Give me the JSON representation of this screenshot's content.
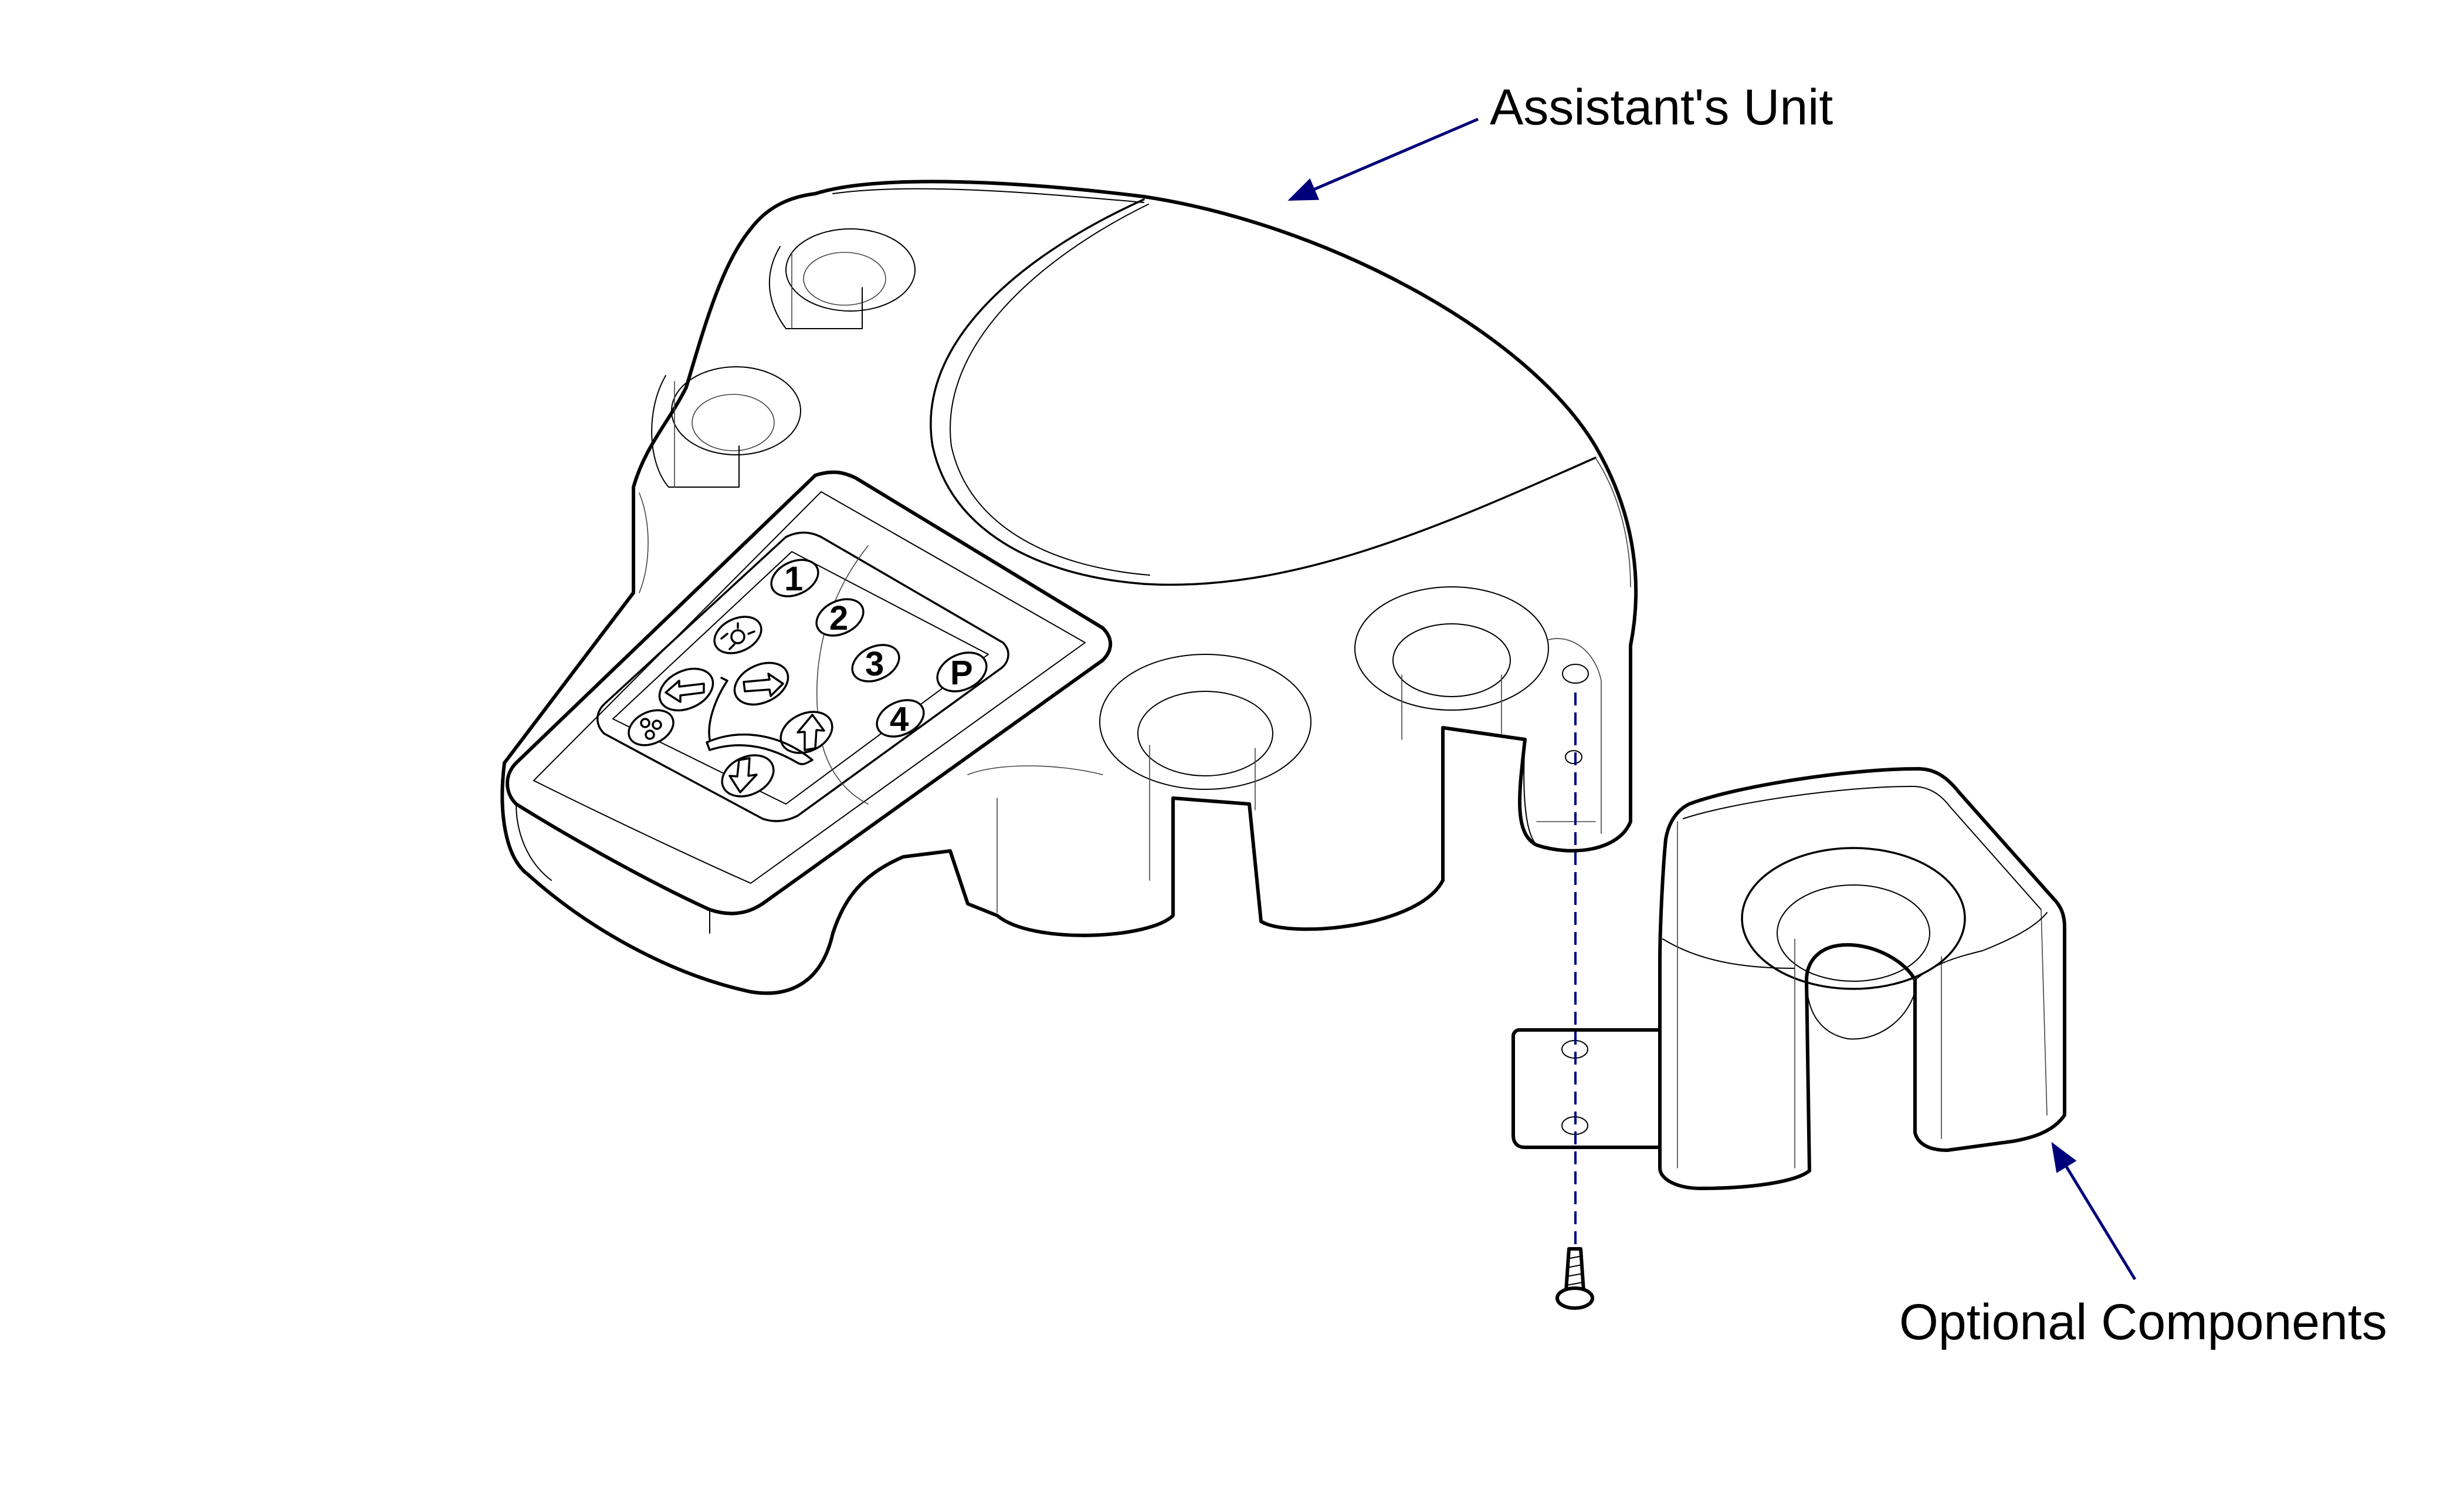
{
  "callouts": {
    "assistants_unit": "Assistant's Unit",
    "optional_components": "Optional Components"
  },
  "keypad": {
    "keys": [
      "1",
      "2",
      "3",
      "4",
      "P"
    ]
  },
  "colors": {
    "line": "#000000",
    "leader_arrow": "#00007a",
    "background": "#ffffff"
  }
}
